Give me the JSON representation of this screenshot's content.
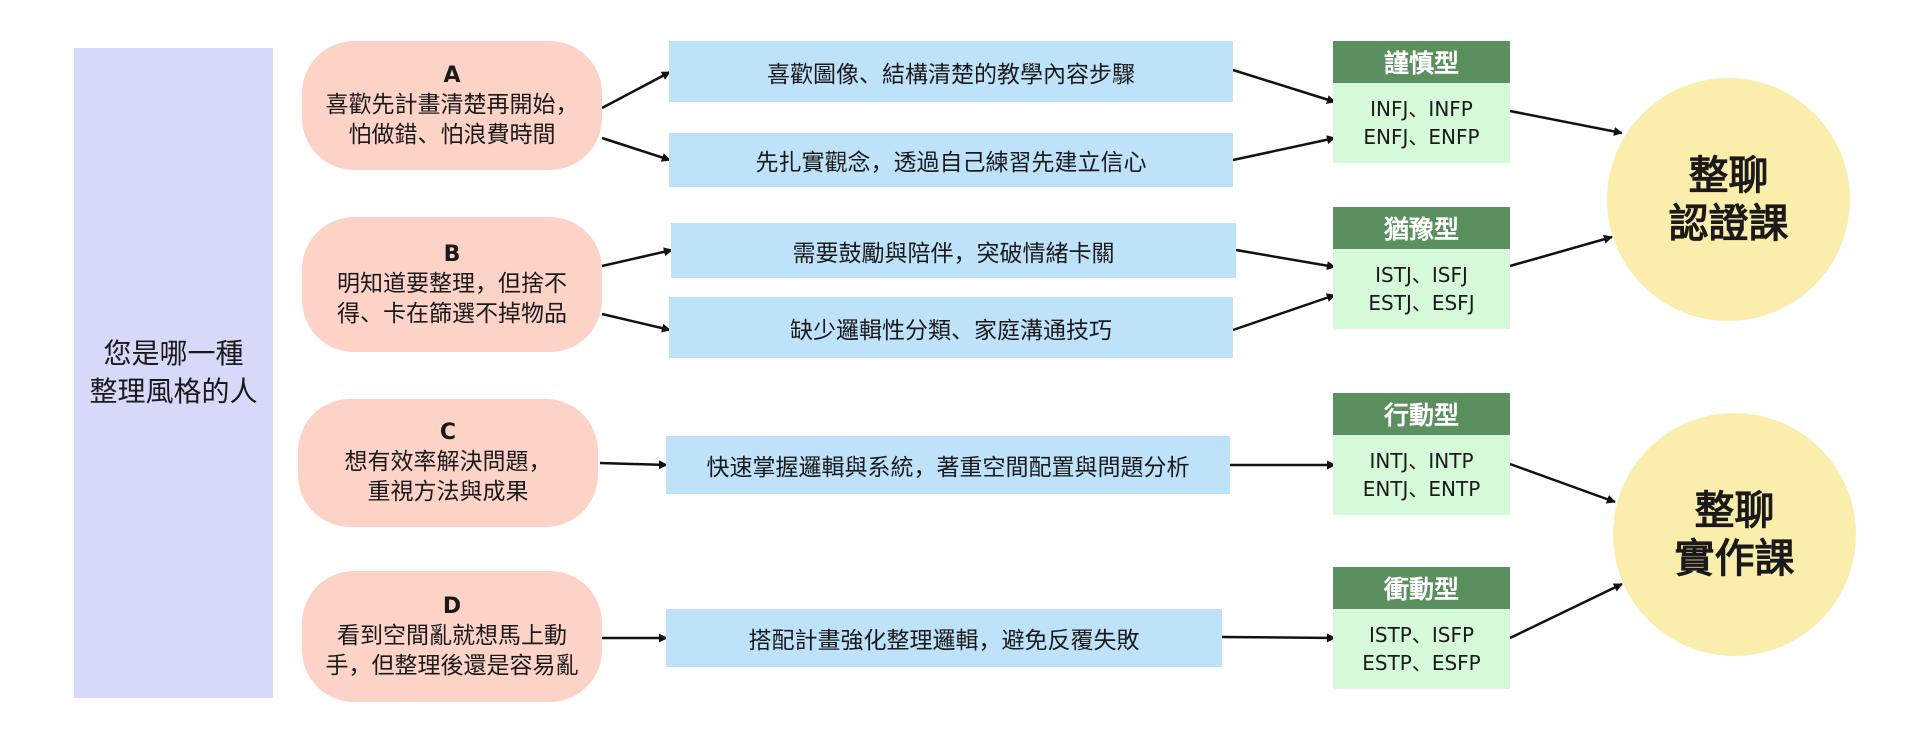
{
  "left_panel": {
    "line1": "您是哪一種",
    "line2": "整理風格的人"
  },
  "options": [
    {
      "letter": "A",
      "line1": "喜歡先計畫清楚再開始，",
      "line2": "怕做錯、怕浪費時間"
    },
    {
      "letter": "B",
      "line1": "明知道要整理，但捨不",
      "line2": "得、卡在篩選不掉物品"
    },
    {
      "letter": "C",
      "line1": "想有效率解決問題，",
      "line2": "重視方法與成果"
    },
    {
      "letter": "D",
      "line1": "看到空間亂就想馬上動",
      "line2": "手，但整理後還是容易亂"
    }
  ],
  "descriptions": [
    "喜歡圖像、結構清楚的教學內容步驟",
    "先扎實觀念，透過自己練習先建立信心",
    "需要鼓勵與陪伴，突破情緒卡關",
    "缺少邏輯性分類、家庭溝通技巧",
    "快速掌握邏輯與系統，著重空間配置與問題分析",
    "搭配計畫強化整理邏輯，避免反覆失敗"
  ],
  "types": [
    {
      "title": "謹慎型",
      "line1": "INFJ、INFP",
      "line2": "ENFJ、ENFP"
    },
    {
      "title": "猶豫型",
      "line1": "ISTJ、ISFJ",
      "line2": "ESTJ、ESFJ"
    },
    {
      "title": "行動型",
      "line1": "INTJ、INTP",
      "line2": "ENTJ、ENTP"
    },
    {
      "title": "衝動型",
      "line1": "ISTP、ISFP",
      "line2": "ESTP、ESFP"
    }
  ],
  "courses": [
    {
      "line1": "整聊",
      "line2": "認證課"
    },
    {
      "line1": "整聊",
      "line2": "實作課"
    }
  ],
  "colors": {
    "left_panel": "#d7d9fb",
    "option": "#fdd3c8",
    "description": "#bfe2fb",
    "type_header": "#5b8f5f",
    "type_body": "#d6f9d9",
    "course": "#fbeead",
    "arrow": "#111111"
  }
}
